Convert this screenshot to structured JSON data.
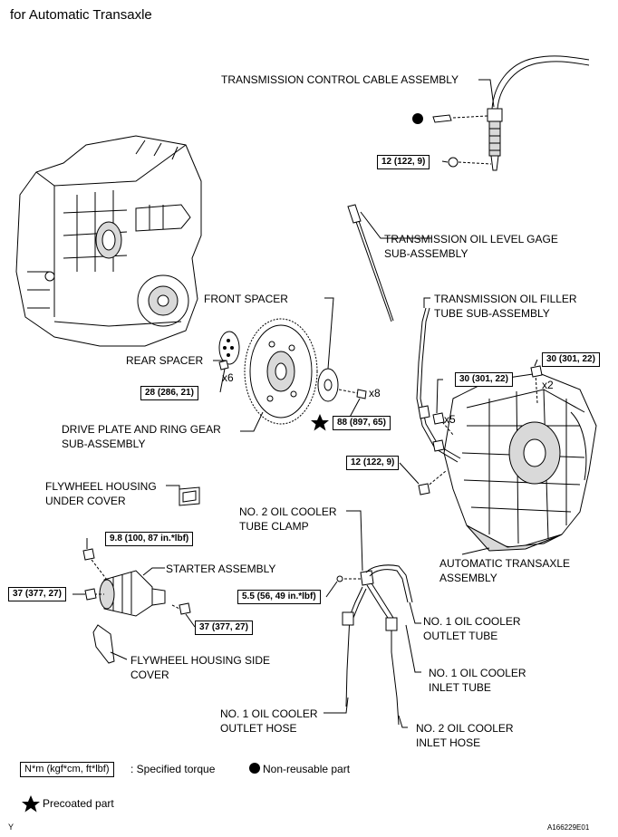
{
  "heading": "for Automatic Transaxle",
  "parts": {
    "control_cable": "TRANSMISSION CONTROL CABLE ASSEMBLY",
    "gage_line1": "TRANSMISSION OIL LEVEL GAGE",
    "gage_line2": "SUB-ASSEMBLY",
    "front_spacer": "FRONT SPACER",
    "filler_line1": "TRANSMISSION OIL FILLER",
    "filler_line2": "TUBE SUB-ASSEMBLY",
    "rear_spacer": "REAR SPACER",
    "drive_line1": "DRIVE PLATE AND RING GEAR",
    "drive_line2": "SUB-ASSEMBLY",
    "fh_under_line1": "FLYWHEEL HOUSING",
    "fh_under_line2": "UNDER COVER",
    "clamp_line1": "NO. 2 OIL COOLER",
    "clamp_line2": "TUBE CLAMP",
    "starter": "STARTER ASSEMBLY",
    "transaxle_line1": "AUTOMATIC TRANSAXLE",
    "transaxle_line2": "ASSEMBLY",
    "outlet_tube_line1": "NO. 1 OIL COOLER",
    "outlet_tube_line2": "OUTLET TUBE",
    "fh_side_line1": "FLYWHEEL HOUSING SIDE",
    "fh_side_line2": "COVER",
    "inlet_tube_line1": "NO. 1 OIL COOLER",
    "inlet_tube_line2": "INLET TUBE",
    "outlet_hose_line1": "NO. 1 OIL COOLER",
    "outlet_hose_line2": "OUTLET HOSE",
    "inlet_hose_line1": "NO. 2 OIL COOLER",
    "inlet_hose_line2": "INLET HOSE"
  },
  "torques": {
    "cable": "12 (122, 9)",
    "trans_top_right": "30 (301, 22)",
    "trans_top_left": "30 (301, 22)",
    "drive_plate_rear": "28 (286, 21)",
    "drive_plate_front": "88 (897, 65)",
    "trans_side": "12 (122, 9)",
    "starter_top": "9.8 (100, 87 in.*lbf)",
    "starter_left": "37 (377, 27)",
    "clamp": "5.5 (56, 49 in.*lbf)",
    "starter_bottom": "37 (377, 27)"
  },
  "multipliers": {
    "x2": "x2",
    "x5": "x5",
    "x6": "x6",
    "x8": "x8"
  },
  "legend": {
    "torque_box": "N*m (kgf*cm, ft*lbf)",
    "torque_desc": ": Specified torque",
    "nonreusable": "Non-reusable part",
    "precoated": "Precoated part"
  },
  "corner_left": "Y",
  "figure_id": "A166229E01"
}
